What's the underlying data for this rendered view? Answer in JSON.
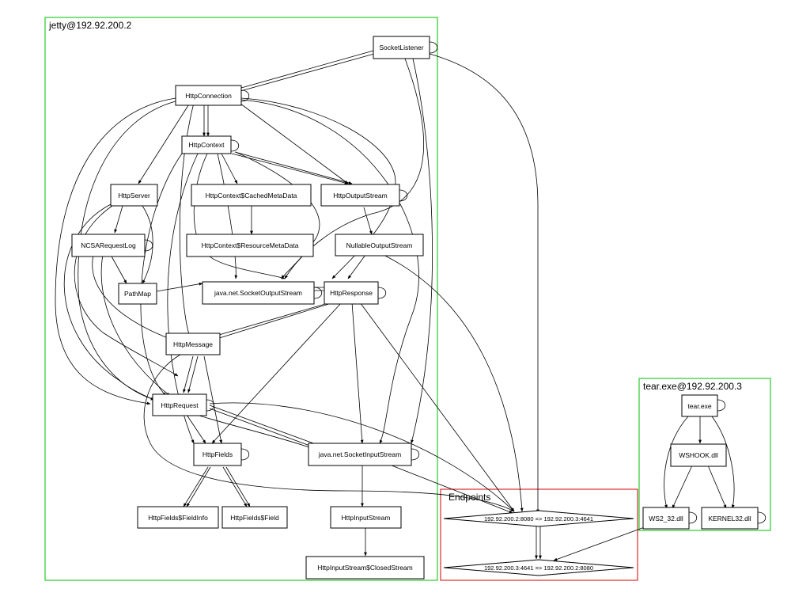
{
  "clusters": {
    "jetty": {
      "label": "jetty@192.92.200.2",
      "color": "#00c000"
    },
    "tear": {
      "label": "tear.exe@192.92.200.3",
      "color": "#00c000"
    },
    "endpoints": {
      "label": "Endpoints",
      "color": "#d00000"
    }
  },
  "nodes": {
    "socket_listener": "SocketListener",
    "http_connection": "HttpConnection",
    "http_context": "HttpContext",
    "http_server": "HttpServer",
    "cached_meta_data": "HttpContext$CachedMetaData",
    "http_output_stream": "HttpOutputStream",
    "ncsa_request_log": "NCSARequestLog",
    "resource_meta_data": "HttpContext$ResourceMetaData",
    "nullable_output_stream": "NullableOutputStream",
    "path_map": "PathMap",
    "socket_output_stream": "java.net.SocketOutputStream",
    "http_response": "HttpResponse",
    "http_message": "HttpMessage",
    "http_request": "HttpRequest",
    "http_fields": "HttpFields",
    "socket_input_stream": "java.net.SocketInputStream",
    "field_info": "HttpFields$FieldInfo",
    "field": "HttpFields$Field",
    "http_input_stream": "HttpInputStream",
    "closed_stream": "HttpInputStream$ClosedStream",
    "tear_exe": "tear.exe",
    "wshook": "WSHOOK.dll",
    "ws2_32": "WS2_32.dll",
    "kernel32": "KERNEL32.dll",
    "endpoint_1": "192.92.200.2:8080 => 192.92.200.3:4641",
    "endpoint_2": "192.92.200.3:4641 => 192.92.200.2:8080"
  }
}
